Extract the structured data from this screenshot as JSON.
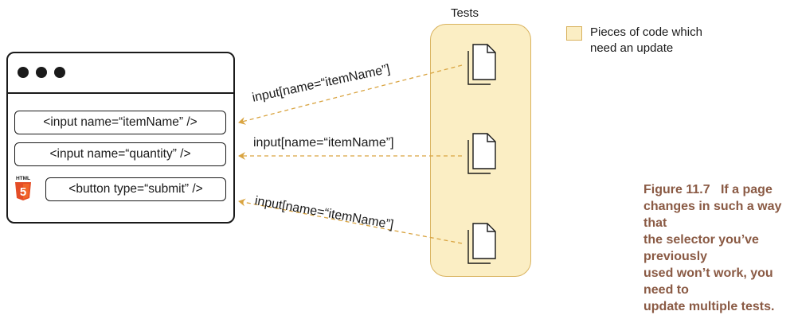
{
  "browser_window": {
    "inputs": [
      {
        "label": "<input name=“itemName” />"
      },
      {
        "label": "<input name=“quantity” />"
      },
      {
        "label": "<button type=“submit” />"
      }
    ],
    "html5_badge": {
      "text": "HTML",
      "glyph": "5"
    }
  },
  "tests": {
    "title": "Tests",
    "selectors": [
      "input[name=“itemName”]",
      "input[name=“itemName”]",
      "input[name=“itemName”]"
    ],
    "count": 3
  },
  "legend": {
    "label": "Pieces of code which need an update",
    "line1": "Pieces of code which",
    "line2": "need an update",
    "color": "#fbeec4"
  },
  "caption": {
    "figure": "Figure 11.7",
    "text": "If a page changes in such a way that the selector you’ve previously used won’t work, you need to update multiple tests.",
    "line1": "If a page",
    "line2": "changes in such a way that",
    "line3": "the selector you’ve previously",
    "line4": "used won’t work, you need to",
    "line5": "update multiple tests."
  },
  "colors": {
    "highlight_fill": "#fbeec4",
    "highlight_stroke": "#d9b35f",
    "arrow": "#d9a441",
    "caption": "#8a5a44"
  }
}
